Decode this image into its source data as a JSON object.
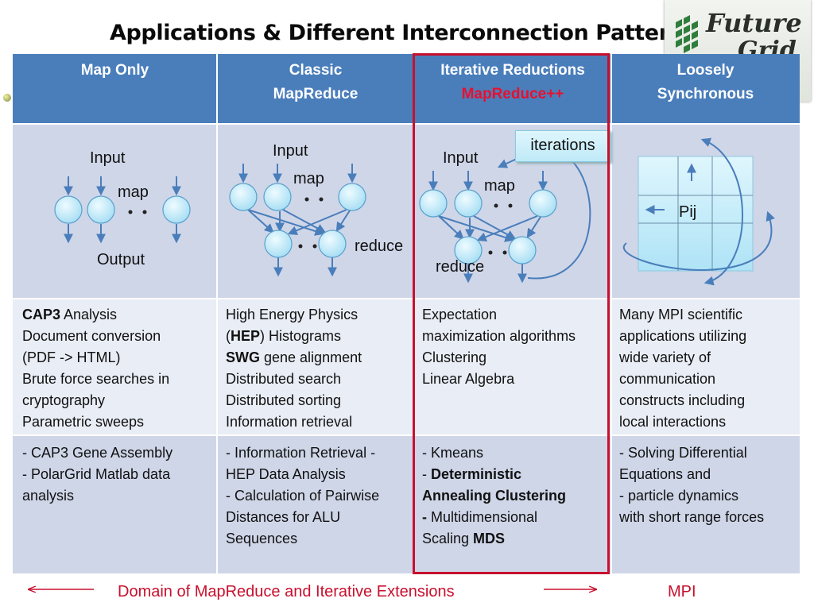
{
  "title": "Applications & Different Interconnection Patterns",
  "logo": {
    "line1": "Future",
    "line2": "Grid"
  },
  "headers": [
    {
      "line1": "Map Only",
      "line2": ""
    },
    {
      "line1": "Classic",
      "line2": "MapReduce"
    },
    {
      "line1": "Iterative Reductions",
      "line2": "MapReduce++"
    },
    {
      "line1": "Loosely",
      "line2": "Synchronous"
    }
  ],
  "diagrams": {
    "map_only": {
      "input": "Input",
      "map": "map",
      "output": "Output"
    },
    "classic": {
      "input": "Input",
      "map": "map",
      "reduce": "reduce"
    },
    "iterative": {
      "input": "Input",
      "map": "map",
      "reduce": "reduce",
      "iterations": "iterations"
    },
    "loose": {
      "pij": "Pij"
    }
  },
  "row_apps": [
    [
      "CAP3 Analysis",
      "Document conversion",
      "(PDF -> HTML)",
      "Brute force searches in",
      "cryptography",
      "Parametric sweeps"
    ],
    [
      "High Energy Physics",
      "(HEP) Histograms",
      "SWG gene alignment",
      "Distributed search",
      "Distributed sorting",
      "Information retrieval"
    ],
    [
      "Expectation",
      "maximization algorithms",
      "Clustering",
      "Linear Algebra"
    ],
    [
      "Many MPI scientific",
      "applications utilizing",
      "wide variety of",
      "communication",
      "constructs including",
      "local interactions"
    ]
  ],
  "row_examples": [
    [
      "- CAP3 Gene Assembly",
      "- PolarGrid Matlab data",
      "analysis"
    ],
    [
      "- Information Retrieval -",
      "HEP Data Analysis",
      "- Calculation of Pairwise",
      "Distances for ALU",
      "Sequences"
    ],
    [
      "- Kmeans",
      "- Deterministic",
      "Annealing  Clustering",
      "- Multidimensional",
      "Scaling MDS"
    ],
    [
      "- Solving Differential",
      "Equations and",
      "- particle dynamics",
      "with short range forces"
    ]
  ],
  "footer": {
    "left": "Domain of MapReduce and Iterative Extensions",
    "right": "MPI"
  },
  "colors": {
    "header": "#4a7ebb",
    "accent_red": "#c8102e",
    "node": "#bfe9f9",
    "arrow": "#4a7ebb"
  }
}
